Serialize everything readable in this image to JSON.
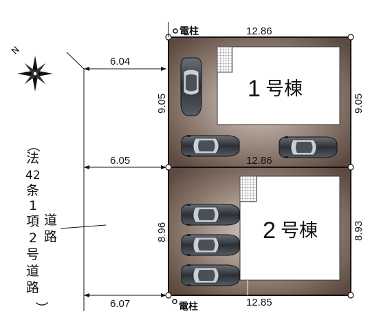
{
  "compass": {
    "north_label": "N"
  },
  "utility_pole_label": "電柱",
  "road": {
    "designation_chars": [
      "（",
      "法",
      "42",
      "条",
      "1",
      "項",
      "2",
      "号",
      "道",
      "路",
      "）"
    ],
    "name_chars": [
      "道",
      "路"
    ]
  },
  "road_dimensions": {
    "top": "6.04",
    "middle": "6.05",
    "bottom": "6.07"
  },
  "lot1": {
    "name_num": "1",
    "name_suffix": "号棟",
    "top_width": "12.86",
    "boundary_width": "12.86",
    "left_depth": "9.05",
    "right_depth": "9.05"
  },
  "lot2": {
    "name_num": "2",
    "name_suffix": "号棟",
    "bottom_width": "12.85",
    "left_depth": "8.96",
    "right_depth": "8.93"
  },
  "colors": {
    "lot_fill_dark": "#5c4a40",
    "lot_fill_light": "#d8cfc8",
    "building_fill": "#ffffff",
    "car_body": "#3a3f46"
  }
}
